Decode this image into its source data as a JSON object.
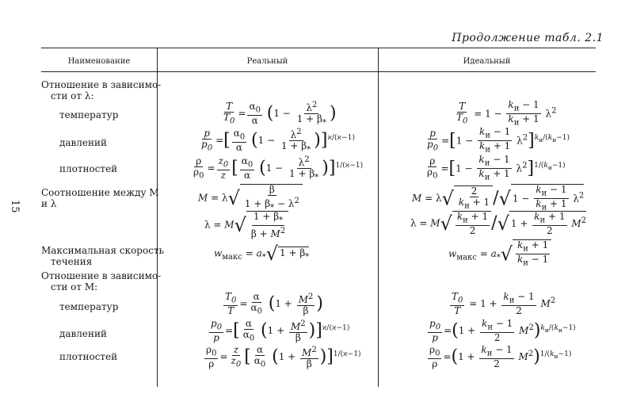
{
  "caption": "Продолжение табл. 2.1",
  "page_number": "15",
  "headers": {
    "col1": "Наименование",
    "col2": "Реальный",
    "col3": "Идеальный"
  },
  "rows": {
    "rel_lambda_1": "Отношение в зависимо-",
    "rel_lambda_2": "сти от λ:",
    "temp": "температур",
    "pres": "давлений",
    "dens": "плотностей",
    "sootn_1": "Соотношение между М",
    "sootn_2": "и λ",
    "maxv_1": "Максимальная скорость",
    "maxv_2": "течения",
    "rel_M_1": "Отношение в зависимо-",
    "rel_M_2": "сти от М:",
    "temp2": "температур",
    "pres2": "давлений",
    "dens2": "плотностей"
  }
}
